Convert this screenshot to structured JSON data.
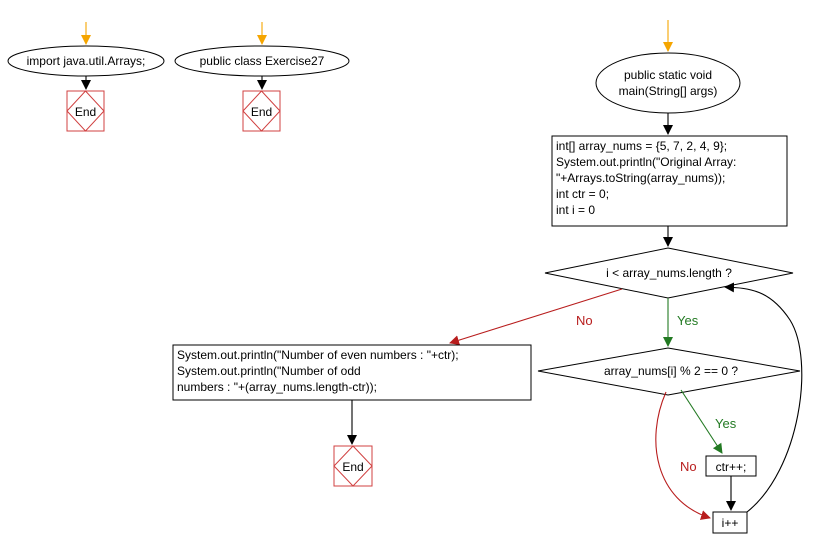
{
  "flowchart": {
    "flow1": {
      "start": "import java.util.Arrays;",
      "end": "End"
    },
    "flow2": {
      "start": "public class Exercise27",
      "end": "End"
    },
    "main": {
      "start_line1": "public static void",
      "start_line2": "main(String[] args)",
      "init_lines": [
        "int[] array_nums = {5, 7, 2, 4, 9};",
        "System.out.println(\"Original Array:",
        "\"+Arrays.toString(array_nums));",
        "int ctr = 0;",
        "int i = 0"
      ],
      "loop_condition": "i < array_nums.length ?",
      "even_condition": "array_nums[i] % 2 == 0 ?",
      "increment_ctr": "ctr++;",
      "increment_i": "i++",
      "output_lines": [
        "System.out.println(\"Number of even numbers : \"+ctr);",
        "System.out.println(\"Number of odd",
        "numbers  : \"+(array_nums.length-ctr));"
      ],
      "end": "End",
      "yes_label": "Yes",
      "no_label": "No"
    }
  },
  "colors": {
    "entry_arrow": "#f5a500",
    "yes_edge": "#237a23",
    "no_edge": "#b81d1d",
    "default_edge": "#000000",
    "end_node": "#d04040"
  }
}
